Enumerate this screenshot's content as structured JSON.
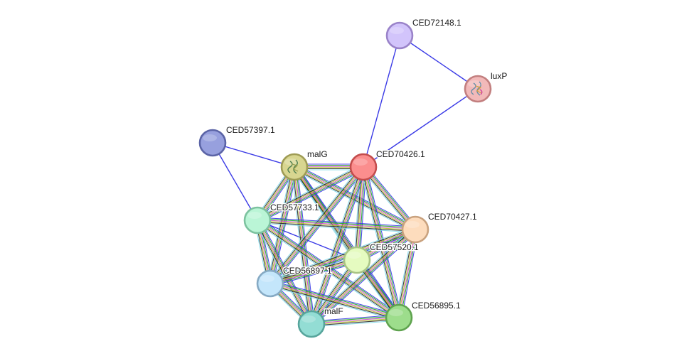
{
  "network": {
    "evidence_colors": [
      "#3a3ae6",
      "#1fb01f",
      "#d24bd2",
      "#b8c22a",
      "#2a2a2a",
      "#7fd8e8"
    ],
    "single_edge_color": "#3a3ae6",
    "nodes": [
      {
        "id": "CED72148.1",
        "label": "CED72148.1",
        "fill": "#d2c4fb",
        "stroke": "#9a83c9"
      },
      {
        "id": "luxP",
        "label": "luxP",
        "fill": "#f2b9b9",
        "stroke": "#c27f7f",
        "icon": "protein-structure-icon"
      },
      {
        "id": "CED57397.1",
        "label": "CED57397.1",
        "fill": "#97a0de",
        "stroke": "#5b64a6"
      },
      {
        "id": "malG",
        "label": "malG",
        "fill": "#d8d690",
        "stroke": "#9f9c55",
        "icon": "protein-structure-icon"
      },
      {
        "id": "CED70426.1",
        "label": "CED70426.1",
        "fill": "#fb8e8e",
        "stroke": "#c34d4d"
      },
      {
        "id": "CED57733.1",
        "label": "CED57733.1",
        "fill": "#baf5d6",
        "stroke": "#7cc29f"
      },
      {
        "id": "CED70427.1",
        "label": "CED70427.1",
        "fill": "#fddcbd",
        "stroke": "#c9a27f"
      },
      {
        "id": "CED57520.1",
        "label": "CED57520.1",
        "fill": "#e5fbc0",
        "stroke": "#a9c485"
      },
      {
        "id": "CED56897.1",
        "label": "CED56897.1",
        "fill": "#c4e6fb",
        "stroke": "#86aac4"
      },
      {
        "id": "malF",
        "label": "malF",
        "fill": "#93ddd4",
        "stroke": "#57a59c"
      },
      {
        "id": "CED56895.1",
        "label": "CED56895.1",
        "fill": "#9ddd8c",
        "stroke": "#5fa34f"
      }
    ],
    "single_edges": [
      [
        "CED72148.1",
        "luxP"
      ],
      [
        "CED72148.1",
        "CED70426.1"
      ],
      [
        "luxP",
        "CED70426.1"
      ],
      [
        "CED57397.1",
        "malG"
      ],
      [
        "CED57397.1",
        "CED57733.1"
      ],
      [
        "CED57733.1",
        "CED57520.1"
      ]
    ],
    "multi_edges": [
      [
        "malG",
        "CED70426.1"
      ],
      [
        "malG",
        "CED57733.1"
      ],
      [
        "malG",
        "CED70427.1"
      ],
      [
        "malG",
        "CED57520.1"
      ],
      [
        "malG",
        "CED56897.1"
      ],
      [
        "malG",
        "malF"
      ],
      [
        "malG",
        "CED56895.1"
      ],
      [
        "CED70426.1",
        "CED57733.1"
      ],
      [
        "CED70426.1",
        "CED70427.1"
      ],
      [
        "CED70426.1",
        "CED57520.1"
      ],
      [
        "CED70426.1",
        "CED56897.1"
      ],
      [
        "CED70426.1",
        "malF"
      ],
      [
        "CED70426.1",
        "CED56895.1"
      ],
      [
        "CED57733.1",
        "CED70427.1"
      ],
      [
        "CED57733.1",
        "CED56897.1"
      ],
      [
        "CED57733.1",
        "malF"
      ],
      [
        "CED57733.1",
        "CED56895.1"
      ],
      [
        "CED70427.1",
        "CED57520.1"
      ],
      [
        "CED70427.1",
        "CED56897.1"
      ],
      [
        "CED70427.1",
        "malF"
      ],
      [
        "CED70427.1",
        "CED56895.1"
      ],
      [
        "CED57520.1",
        "CED56897.1"
      ],
      [
        "CED57520.1",
        "malF"
      ],
      [
        "CED57520.1",
        "CED56895.1"
      ],
      [
        "CED56897.1",
        "malF"
      ],
      [
        "CED56897.1",
        "CED56895.1"
      ],
      [
        "malF",
        "CED56895.1"
      ]
    ]
  }
}
